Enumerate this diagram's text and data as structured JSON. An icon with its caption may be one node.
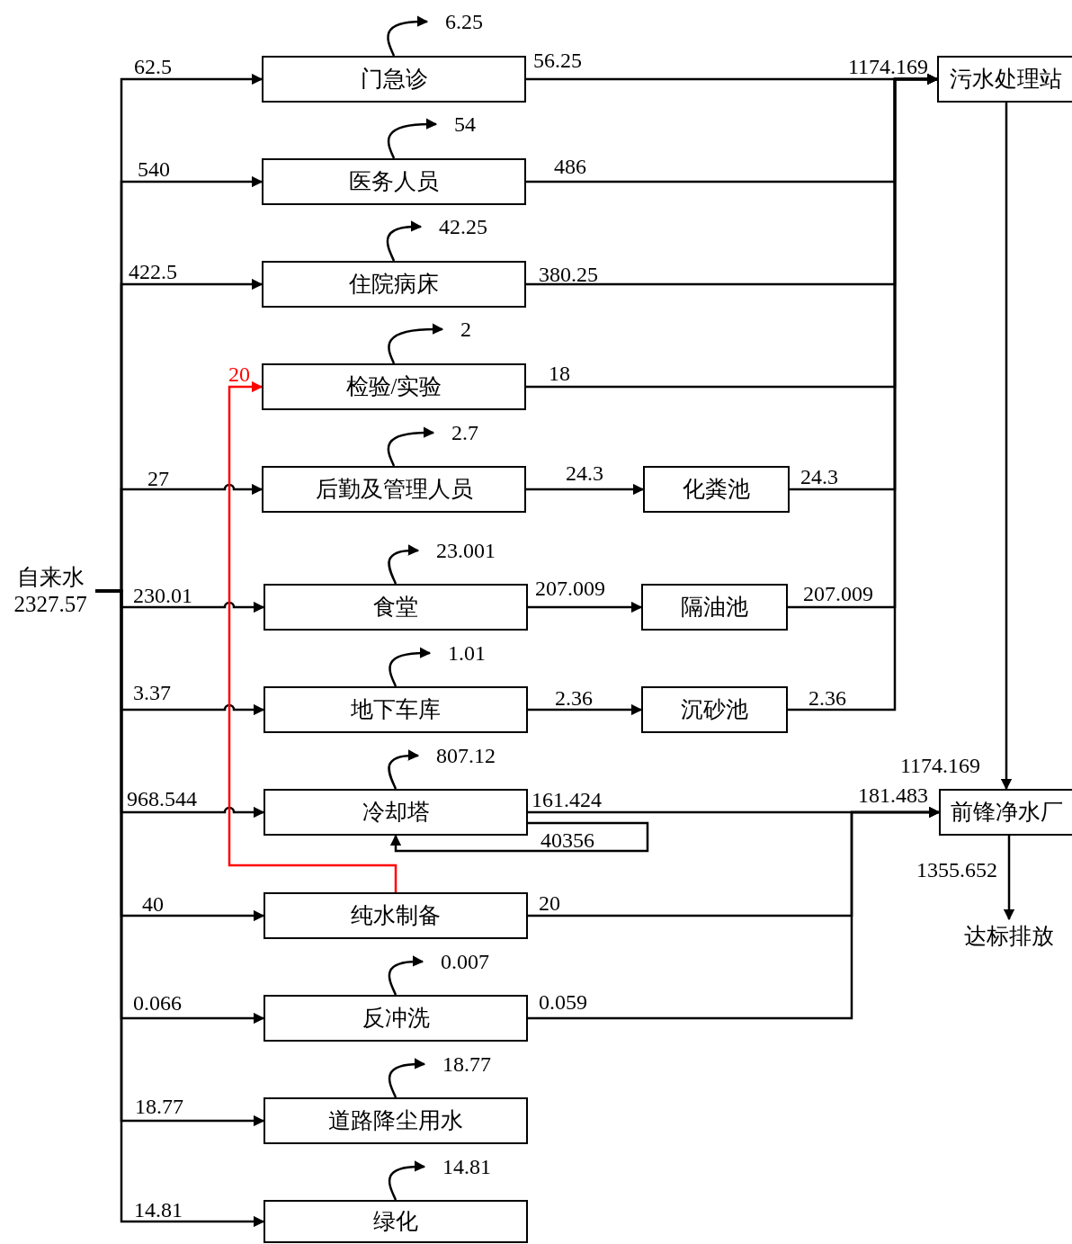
{
  "diagram": {
    "nodes": [
      {
        "text": [
          "自来水",
          "2327.57"
        ]
      },
      {
        "text": [
          "门急诊"
        ]
      },
      {
        "text": [
          "医务人员"
        ]
      },
      {
        "text": [
          "住院病床"
        ]
      },
      {
        "text": [
          "检验/实验"
        ]
      },
      {
        "text": [
          "后勤及管理人员"
        ]
      },
      {
        "text": [
          "食堂"
        ]
      },
      {
        "text": [
          "地下车库"
        ]
      },
      {
        "text": [
          "冷却塔"
        ]
      },
      {
        "text": [
          "纯水制备"
        ]
      },
      {
        "text": [
          "反冲洗"
        ]
      },
      {
        "text": [
          "道路降尘用水"
        ]
      },
      {
        "text": [
          "绿化"
        ]
      },
      {
        "text": [
          "化粪池"
        ]
      },
      {
        "text": [
          "隔油池"
        ]
      },
      {
        "text": [
          "沉砂池"
        ]
      },
      {
        "text": [
          "污水处理站"
        ]
      },
      {
        "text": [
          "前锋净水厂"
        ]
      },
      {
        "text": [
          "达标排放"
        ]
      },
      {
        "text": [
          "6.25"
        ]
      },
      {
        "text": [
          "54"
        ]
      },
      {
        "text": [
          "42.25"
        ]
      },
      {
        "text": [
          "2"
        ]
      },
      {
        "text": [
          "2.7"
        ]
      },
      {
        "text": [
          "23.001"
        ]
      },
      {
        "text": [
          "1.01"
        ]
      },
      {
        "text": [
          "807.12"
        ]
      },
      {
        "text": [
          "0.007"
        ]
      },
      {
        "text": [
          "18.77"
        ]
      },
      {
        "text": [
          "14.81"
        ]
      }
    ],
    "edges": [
      {
        "from": 0,
        "to": 1,
        "arrow": "to",
        "label": "62.5"
      },
      {
        "from": 0,
        "to": 2,
        "arrow": "to",
        "label": "540"
      },
      {
        "from": 0,
        "to": 3,
        "arrow": "to",
        "label": "422.5"
      },
      {
        "from": 0,
        "to": 5,
        "arrow": "to",
        "label": "27"
      },
      {
        "from": 0,
        "to": 6,
        "arrow": "to",
        "label": "230.01"
      },
      {
        "from": 0,
        "to": 7,
        "arrow": "to",
        "label": "3.37"
      },
      {
        "from": 0,
        "to": 8,
        "arrow": "to",
        "label": "968.544"
      },
      {
        "from": 0,
        "to": 9,
        "arrow": "to",
        "label": "40"
      },
      {
        "from": 0,
        "to": 10,
        "arrow": "to",
        "label": "0.066"
      },
      {
        "from": 0,
        "to": 11,
        "arrow": "to",
        "label": "18.77"
      },
      {
        "from": 0,
        "to": 12,
        "arrow": "to",
        "label": "14.81"
      },
      {
        "from": 9,
        "to": 4,
        "arrow": "to",
        "label": "20",
        "color": "#ff0000"
      },
      {
        "from": 1,
        "to": 19,
        "arrow": "to"
      },
      {
        "from": 2,
        "to": 20,
        "arrow": "to"
      },
      {
        "from": 3,
        "to": 21,
        "arrow": "to"
      },
      {
        "from": 4,
        "to": 22,
        "arrow": "to"
      },
      {
        "from": 5,
        "to": 23,
        "arrow": "to"
      },
      {
        "from": 6,
        "to": 24,
        "arrow": "to"
      },
      {
        "from": 7,
        "to": 25,
        "arrow": "to"
      },
      {
        "from": 8,
        "to": 26,
        "arrow": "to"
      },
      {
        "from": 10,
        "to": 27,
        "arrow": "to"
      },
      {
        "from": 11,
        "to": 28,
        "arrow": "to"
      },
      {
        "from": 12,
        "to": 29,
        "arrow": "to"
      },
      {
        "from": 5,
        "to": 13,
        "arrow": "to",
        "label": "24.3"
      },
      {
        "from": 6,
        "to": 14,
        "arrow": "to",
        "label": "207.009"
      },
      {
        "from": 7,
        "to": 15,
        "arrow": "to",
        "label": "2.36"
      },
      {
        "from": 1,
        "to": 16,
        "arrow": "to",
        "label": "56.25"
      },
      {
        "from": 2,
        "to": 16,
        "arrow": "to",
        "label": "486"
      },
      {
        "from": 3,
        "to": 16,
        "arrow": "to",
        "label": "380.25"
      },
      {
        "from": 4,
        "to": 16,
        "arrow": "to",
        "label": "18"
      },
      {
        "from": 13,
        "to": 16,
        "arrow": "to",
        "label": "24.3"
      },
      {
        "from": 14,
        "to": 16,
        "arrow": "to",
        "label": "207.009"
      },
      {
        "from": 15,
        "to": 16,
        "arrow": "to",
        "label": "2.36"
      },
      {
        "from": 8,
        "to": 8,
        "arrow": "to",
        "label": "40356"
      },
      {
        "from": 8,
        "to": 17,
        "arrow": "to",
        "label": "161.424"
      },
      {
        "from": 9,
        "to": 17,
        "arrow": "to",
        "label": "20"
      },
      {
        "from": 10,
        "to": 17,
        "arrow": "to",
        "label": "0.059"
      },
      {
        "from": 16,
        "to": 17,
        "arrow": "to",
        "label": "1174.169"
      },
      {
        "from": 17,
        "to": 18,
        "arrow": "to",
        "label": "1355.652"
      }
    ],
    "labels": [
      "1174.169",
      "181.483"
    ]
  }
}
